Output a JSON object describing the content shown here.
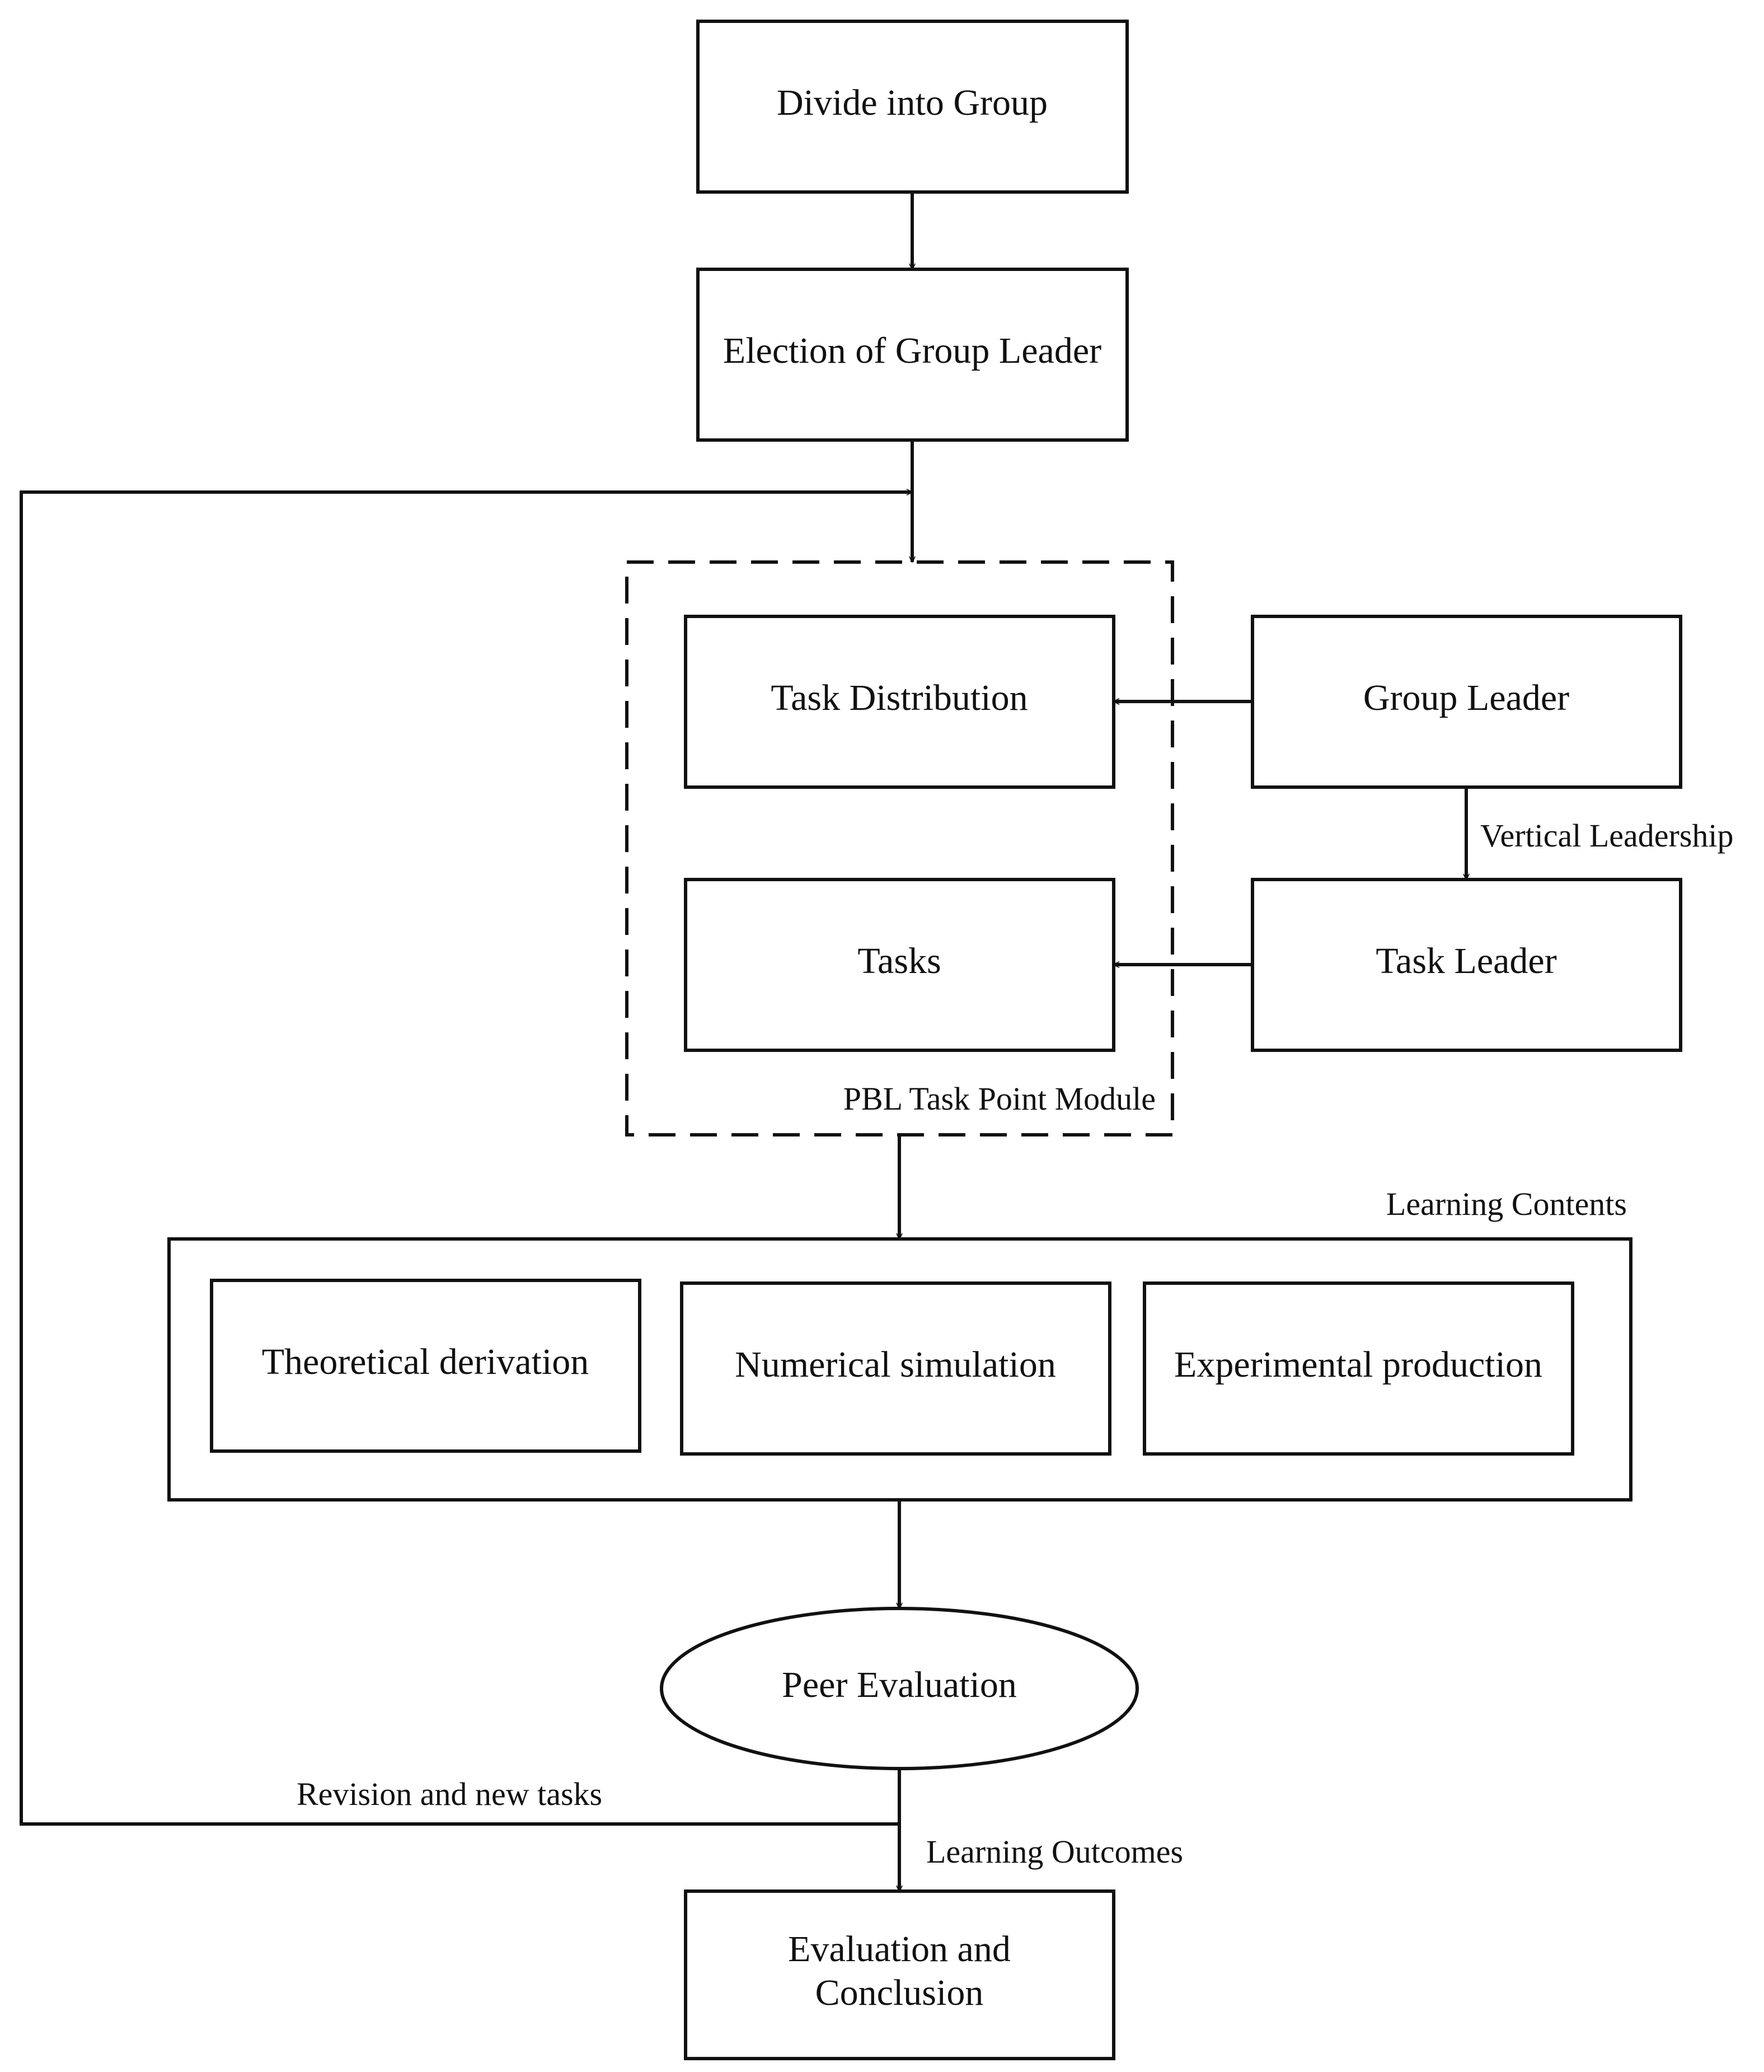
{
  "nodes": {
    "divide_into_group": "Divide into Group",
    "election_of_group_leader": "Election of Group Leader",
    "task_distribution": "Task Distribution",
    "tasks": "Tasks",
    "group_leader": "Group Leader",
    "task_leader": "Task Leader",
    "theoretical_derivation": "Theoretical derivation",
    "numerical_simulation": "Numerical simulation",
    "experimental_production": "Experimental production",
    "peer_evaluation": "Peer Evaluation",
    "evaluation_line1": "Evaluation and",
    "evaluation_line2": "Conclusion"
  },
  "groups": {
    "pbl_module": "PBL Task Point Module",
    "learning_contents": "Learning Contents"
  },
  "edges": {
    "vertical_leadership": "Vertical Leadership",
    "revision_and_new_tasks": "Revision and new tasks",
    "learning_outcomes": "Learning Outcomes"
  }
}
